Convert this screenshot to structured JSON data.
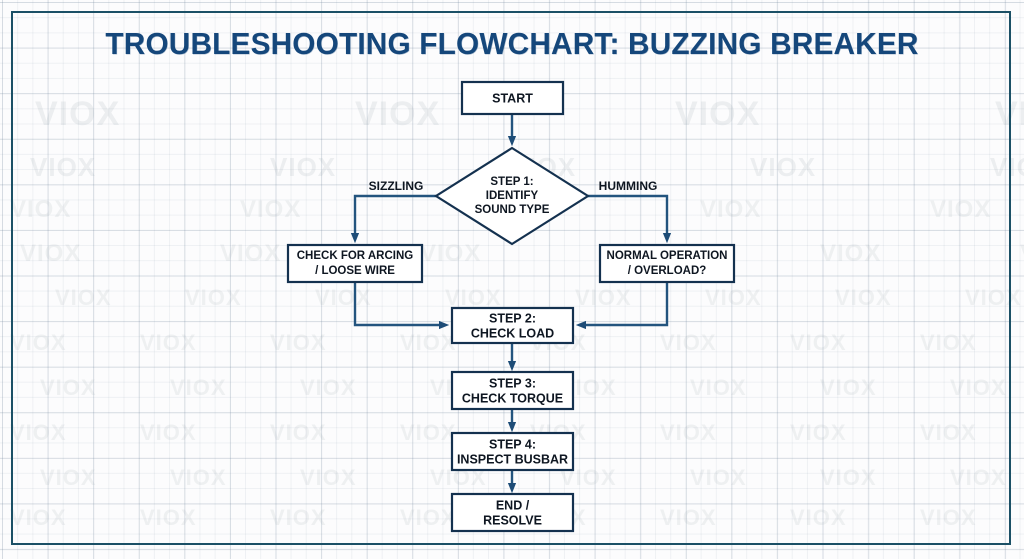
{
  "document": {
    "title": "TROUBLESHOOTING FLOWCHART: BUZZING BREAKER",
    "watermark_text": "VIOX",
    "frame_color": "#1b5066",
    "title_color": "#15477b",
    "node_stroke_color": "#14314f",
    "connector_color": "#23547e",
    "node_fill_color": "#ffffff",
    "background_color": "#fcfcfd"
  },
  "chart_data": {
    "type": "diagram",
    "title": "TROUBLESHOOTING FLOWCHART: BUZZING BREAKER",
    "nodes": [
      {
        "id": "start",
        "shape": "rect",
        "lines": [
          "START"
        ]
      },
      {
        "id": "step1",
        "shape": "diamond",
        "lines": [
          "STEP 1:",
          "IDENTIFY",
          "SOUND TYPE"
        ]
      },
      {
        "id": "arcing",
        "shape": "rect",
        "lines": [
          "CHECK FOR ARCING",
          "/ LOOSE WIRE"
        ]
      },
      {
        "id": "normal",
        "shape": "rect",
        "lines": [
          "NORMAL OPERATION",
          "/ OVERLOAD?"
        ]
      },
      {
        "id": "step2",
        "shape": "rect",
        "lines": [
          "STEP 2:",
          "CHECK LOAD"
        ]
      },
      {
        "id": "step3",
        "shape": "rect",
        "lines": [
          "STEP 3:",
          "CHECK TORQUE"
        ]
      },
      {
        "id": "step4",
        "shape": "rect",
        "lines": [
          "STEP 4:",
          "INSPECT BUSBAR"
        ]
      },
      {
        "id": "end",
        "shape": "rect",
        "lines": [
          "END /",
          "RESOLVE"
        ]
      }
    ],
    "edges": [
      {
        "from": "start",
        "to": "step1",
        "label": ""
      },
      {
        "from": "step1",
        "to": "arcing",
        "label": "SIZZLING"
      },
      {
        "from": "step1",
        "to": "normal",
        "label": "HUMMING"
      },
      {
        "from": "arcing",
        "to": "step2",
        "label": ""
      },
      {
        "from": "normal",
        "to": "step2",
        "label": ""
      },
      {
        "from": "step2",
        "to": "step3",
        "label": ""
      },
      {
        "from": "step3",
        "to": "step4",
        "label": ""
      },
      {
        "from": "step4",
        "to": "end",
        "label": ""
      }
    ]
  },
  "nodes": {
    "start": {
      "line1": "START"
    },
    "step1": {
      "line1": "STEP 1:",
      "line2": "IDENTIFY",
      "line3": "SOUND TYPE"
    },
    "arcing": {
      "line1": "CHECK FOR ARCING",
      "line2": "/ LOOSE WIRE"
    },
    "normal": {
      "line1": "NORMAL OPERATION",
      "line2": "/ OVERLOAD?"
    },
    "step2": {
      "line1": "STEP 2:",
      "line2": "CHECK LOAD"
    },
    "step3": {
      "line1": "STEP 3:",
      "line2": "CHECK TORQUE"
    },
    "step4": {
      "line1": "STEP 4:",
      "line2": "INSPECT BUSBAR"
    },
    "end": {
      "line1": "END /",
      "line2": "RESOLVE"
    }
  },
  "edge_labels": {
    "sizzling": "SIZZLING",
    "humming": "HUMMING"
  }
}
